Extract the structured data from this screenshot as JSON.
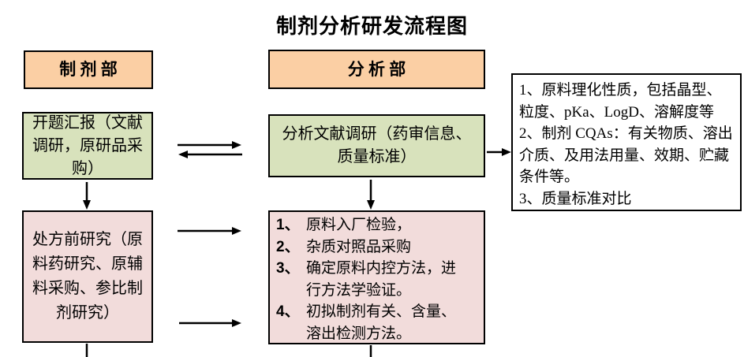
{
  "title": "制剂分析研发流程图",
  "headers": {
    "formulation_dept": "制 剂 部",
    "analysis_dept": "分 析 部"
  },
  "flow": {
    "kickoff": "开题汇报（文献调研，原研品采购）",
    "literature": "分析文献调研（药审信息、质量标准）",
    "preformulation": "处方前研究（原料药研究、原辅料采购、参比制剂研究）",
    "analysis_tasks": {
      "items": [
        {
          "num": "1、",
          "text": "原料入厂检验，"
        },
        {
          "num": "2、",
          "text": "杂质对照品采购"
        },
        {
          "num": "3、",
          "text": "确定原料内控方法，进行方法学验证。"
        },
        {
          "num": "4、",
          "text": "初拟制剂有关、含量、溶出检测方法。"
        }
      ]
    },
    "note": {
      "items": [
        "1、原料理化性质，包括晶型、粒度、pKa、LogD、溶解度等",
        "2、制剂 CQAs：有关物质、溶出介质、及用法用量、效期、贮藏条件等。",
        "3、质量标准对比"
      ]
    }
  },
  "colors": {
    "dept_fill": "#FBCFA4",
    "stage1_fill": "#D8E2BC",
    "stage2_fill": "#F2DCDB",
    "note_fill": "#FFFFFF",
    "line": "#000000"
  }
}
